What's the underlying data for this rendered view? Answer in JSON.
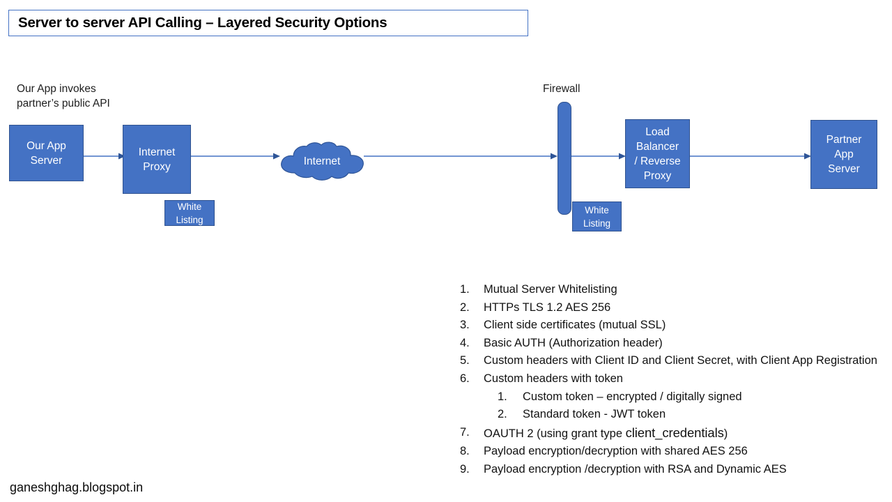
{
  "slide": {
    "title": "Server to server API Calling – Layered Security Options",
    "footer_credit": "ganeshghag.blogspot.in"
  },
  "colors": {
    "node_fill": "#4472C4",
    "node_border": "#2F528F",
    "connector": "#4472C4",
    "title_border": "#4472C4",
    "node_text": "#FFFFFF",
    "body_text": "#121212"
  },
  "diagram": {
    "annotations": {
      "our_app_invokes_line1": "Our App invokes",
      "our_app_invokes_line2": "partner’s public API",
      "firewall_label": "Firewall"
    },
    "nodes": {
      "our_app_server": {
        "line1": "Our App",
        "line2": "Server"
      },
      "internet_proxy": {
        "line1": "Internet",
        "line2": "Proxy"
      },
      "white_listing_left": {
        "line1": "White",
        "line2": "Listing"
      },
      "internet_cloud": {
        "label": "Internet"
      },
      "firewall": {
        "label": "Firewall"
      },
      "white_listing_right": {
        "line1": "White",
        "line2": "Listing"
      },
      "load_balancer": {
        "line1": "Load",
        "line2": "Balancer",
        "line3": "/ Reverse",
        "line4": "Proxy"
      },
      "partner_app_server": {
        "line1": "Partner",
        "line2": "App",
        "line3": "Server"
      }
    }
  },
  "security_options": {
    "items": [
      {
        "num": "1.",
        "text": "Mutual Server  Whitelisting"
      },
      {
        "num": "2.",
        "text": "HTTPs TLS 1.2 AES 256"
      },
      {
        "num": "3.",
        "text": "Client side certificates  (mutual SSL)"
      },
      {
        "num": "4.",
        "text": "Basic AUTH  (Authorization  header)"
      },
      {
        "num": "5.",
        "text": "Custom headers with Client ID and Client Secret, with Client App Registration"
      },
      {
        "num": "6.",
        "text": "Custom headers with token"
      }
    ],
    "sub_items": [
      {
        "num": "1.",
        "text": "Custom token – encrypted / digitally signed"
      },
      {
        "num": "2.",
        "text": "Standard token - JWT token"
      }
    ],
    "items_tail": [
      {
        "num": "7.",
        "text_before": "OAUTH 2 (using grant type ",
        "emphasis": "client_credentials",
        "text_after": ")"
      },
      {
        "num": "8.",
        "text": "Payload encryption/decryption  with shared  AES 256"
      },
      {
        "num": "9.",
        "text": "Payload encryption /decryption  with RSA and Dynamic AES"
      }
    ]
  }
}
